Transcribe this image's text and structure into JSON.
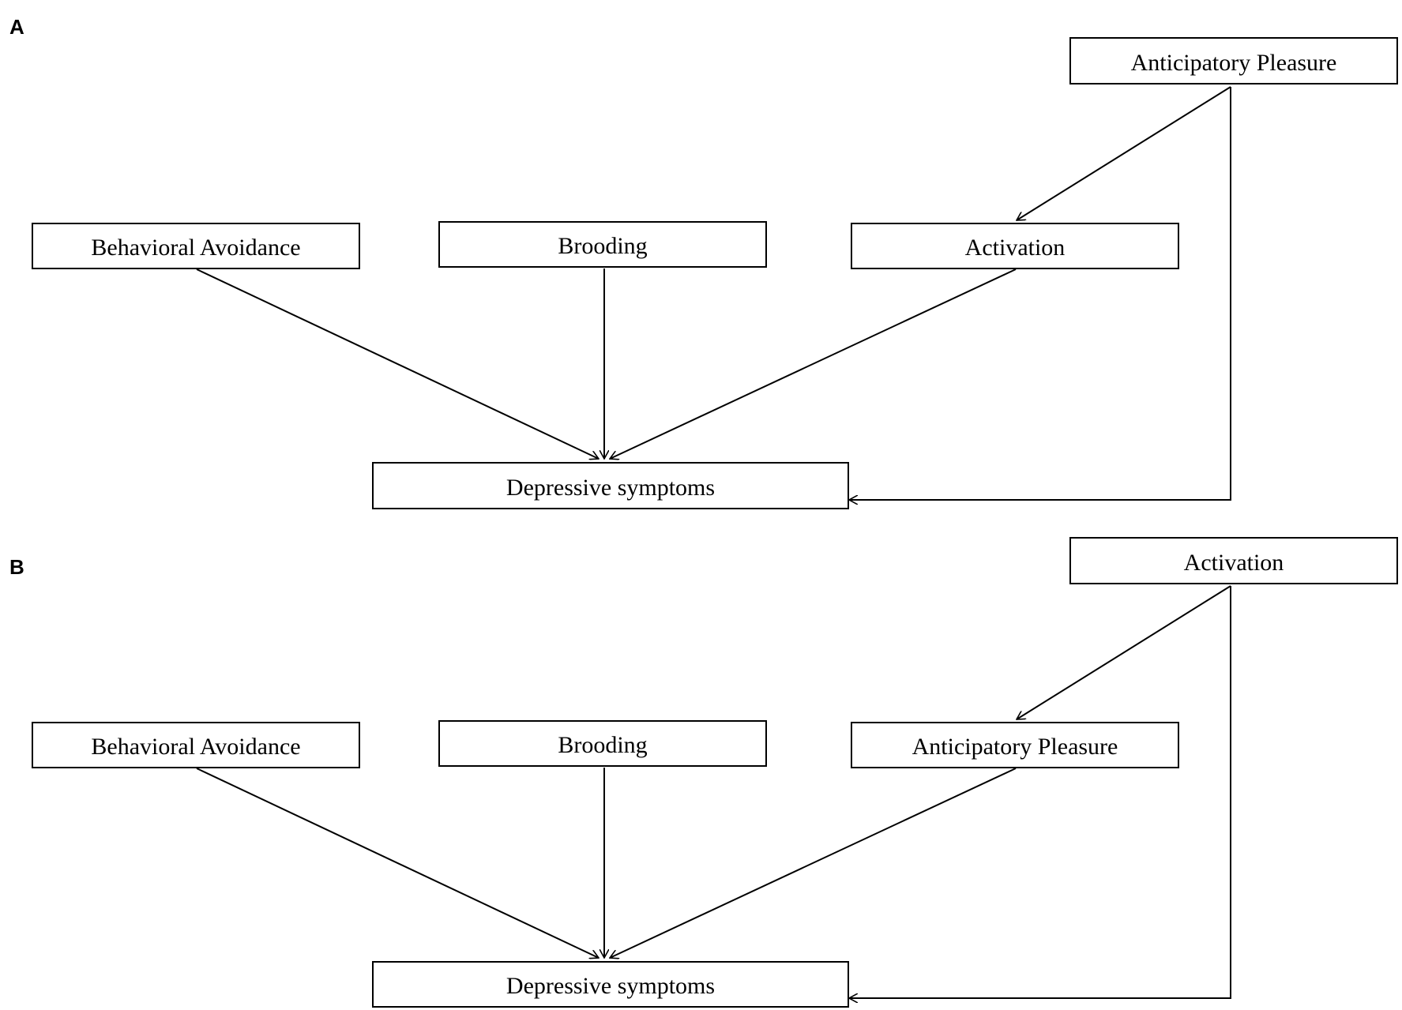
{
  "diagram": {
    "panels": [
      {
        "label": "A",
        "nodes": {
          "top": "Anticipatory Pleasure",
          "left": "Behavioral Avoidance",
          "middle": "Brooding",
          "right": "Activation",
          "outcome": "Depressive symptoms"
        },
        "edges": [
          {
            "from": "top",
            "to": "right"
          },
          {
            "from": "top",
            "to": "outcome"
          },
          {
            "from": "left",
            "to": "outcome"
          },
          {
            "from": "middle",
            "to": "outcome"
          },
          {
            "from": "right",
            "to": "outcome"
          }
        ]
      },
      {
        "label": "B",
        "nodes": {
          "top": "Activation",
          "left": "Behavioral Avoidance",
          "middle": "Brooding",
          "right": "Anticipatory Pleasure",
          "outcome": "Depressive symptoms"
        },
        "edges": [
          {
            "from": "top",
            "to": "right"
          },
          {
            "from": "top",
            "to": "outcome"
          },
          {
            "from": "left",
            "to": "outcome"
          },
          {
            "from": "middle",
            "to": "outcome"
          },
          {
            "from": "right",
            "to": "outcome"
          }
        ]
      }
    ]
  }
}
